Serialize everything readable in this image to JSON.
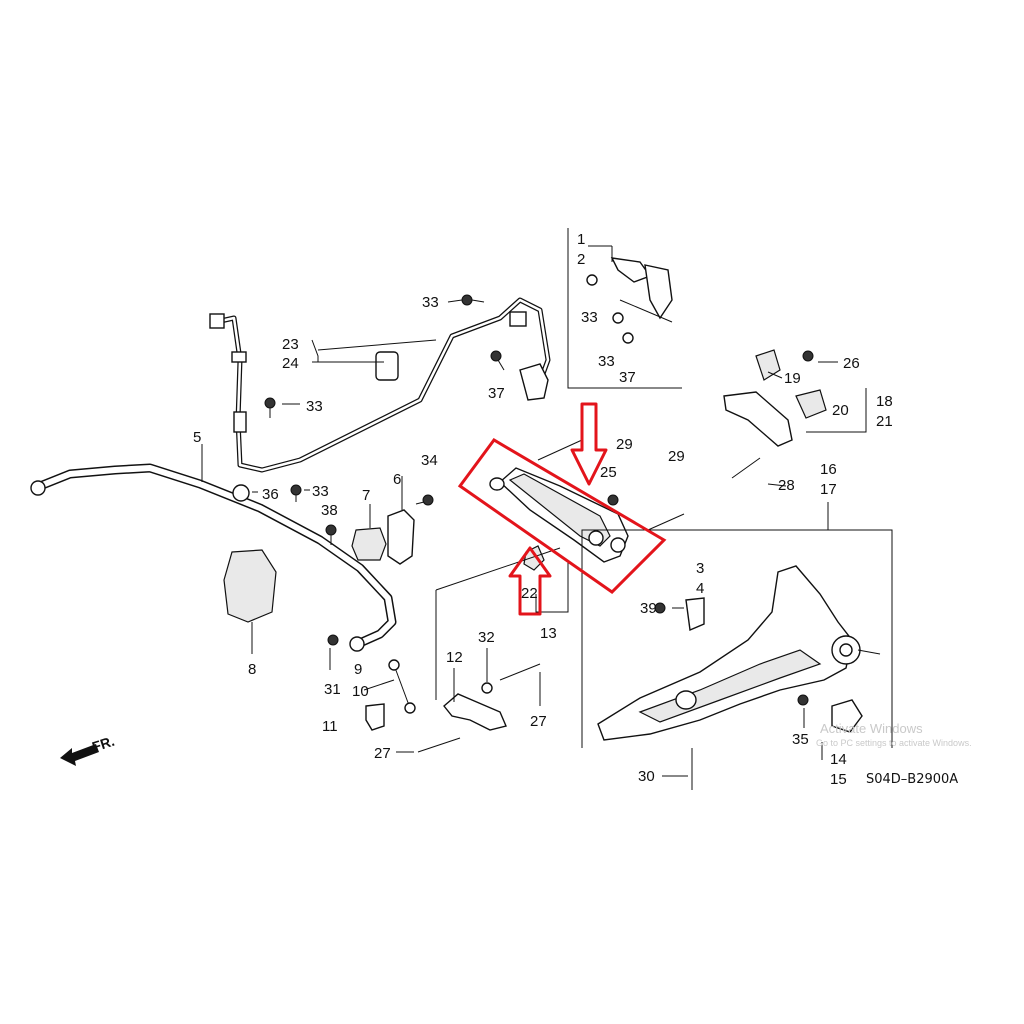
{
  "diagram": {
    "code": "S04D–B2900A",
    "front_indicator": "FR.",
    "highlight_color": "#e3141b",
    "watermark": {
      "line1": "Activate Windows",
      "line2": "Go to PC settings to activate Windows."
    },
    "labels": {
      "p1": "1",
      "p2": "2",
      "p3a": "3",
      "p4a": "4",
      "p5": "5",
      "p6": "6",
      "p7": "7",
      "p8": "8",
      "p9": "9",
      "p10": "10",
      "p11": "11",
      "p12": "12",
      "p13": "13",
      "p14": "14",
      "p15": "15",
      "p16": "16",
      "p17": "17",
      "p18": "18",
      "p19": "19",
      "p20": "20",
      "p21": "21",
      "p22": "22",
      "p23": "23",
      "p24": "24",
      "p25": "25",
      "p26": "26",
      "p27a": "27",
      "p27b": "27",
      "p28": "28",
      "p29a": "29",
      "p29b": "29",
      "p30": "30",
      "p31": "31",
      "p32": "32",
      "p33a": "33",
      "p33b": "33",
      "p33c": "33",
      "p33d": "33",
      "p33e": "33",
      "p34": "34",
      "p35": "35",
      "p36": "36",
      "p37a": "37",
      "p37b": "37",
      "p38": "38",
      "p39": "39"
    }
  }
}
